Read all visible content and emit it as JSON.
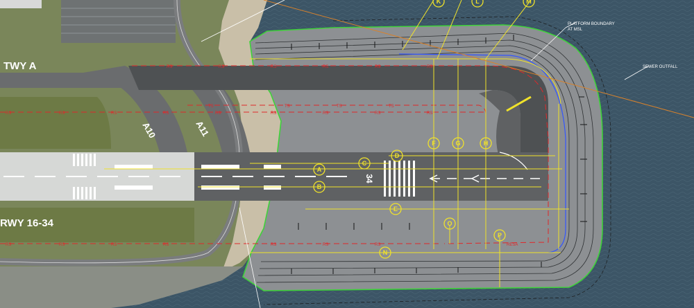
{
  "labels": {
    "twy_a": "TWY A",
    "rwy": "RWY 16-34",
    "a10": "A10",
    "a11": "A11",
    "rwy_number": "34",
    "platform_boundary_line1": "PLATFORM BOUNDARY",
    "platform_boundary_line2": "AT MSL",
    "sewer_outfall": "SEWER OUTFALL",
    "rs": "RS",
    "ts": "TS",
    "resa": "RESA"
  },
  "callouts": {
    "A": "A",
    "B": "B",
    "C": "C",
    "D": "D",
    "E": "E",
    "F": "F",
    "G": "G",
    "H": "H",
    "K": "K",
    "L": "L",
    "M": "M",
    "N": "N",
    "O": "O",
    "P": "P"
  },
  "colors": {
    "water": "#3c5566",
    "land": "#7f8a5a",
    "pavement": "#5f6163",
    "runway": "#d6d8d6",
    "platform": "#8d9093",
    "green_boundary": "#3fd23a",
    "yellow": "#f0e22a",
    "red": "#e0282a",
    "blue": "#3355ff",
    "orange": "#d9822b"
  }
}
